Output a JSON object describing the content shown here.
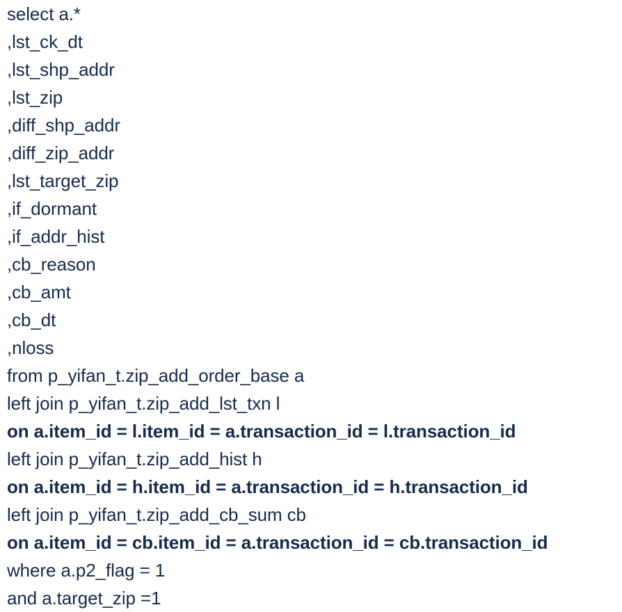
{
  "lines": [
    {
      "text": "select a.*",
      "bold": false
    },
    {
      "text": ",lst_ck_dt",
      "bold": false
    },
    {
      "text": ",lst_shp_addr",
      "bold": false
    },
    {
      "text": ",lst_zip",
      "bold": false
    },
    {
      "text": ",diff_shp_addr",
      "bold": false
    },
    {
      "text": ",diff_zip_addr",
      "bold": false
    },
    {
      "text": ",lst_target_zip",
      "bold": false
    },
    {
      "text": ",if_dormant",
      "bold": false
    },
    {
      "text": ",if_addr_hist",
      "bold": false
    },
    {
      "text": ",cb_reason",
      "bold": false
    },
    {
      "text": ",cb_amt",
      "bold": false
    },
    {
      "text": ",cb_dt",
      "bold": false
    },
    {
      "text": ",nloss",
      "bold": false
    },
    {
      "text": "from p_yifan_t.zip_add_order_base a",
      "bold": false
    },
    {
      "text": "left join p_yifan_t.zip_add_lst_txn l",
      "bold": false
    },
    {
      "text": "on a.item_id = l.item_id = a.transaction_id = l.transaction_id",
      "bold": true
    },
    {
      "text": "left join p_yifan_t.zip_add_hist h",
      "bold": false
    },
    {
      "text": "on a.item_id = h.item_id = a.transaction_id = h.transaction_id",
      "bold": true
    },
    {
      "text": "left join p_yifan_t.zip_add_cb_sum cb",
      "bold": false
    },
    {
      "text": "on a.item_id = cb.item_id = a.transaction_id = cb.transaction_id",
      "bold": true
    },
    {
      "text": "where a.p2_flag = 1",
      "bold": false
    },
    {
      "text": "and a.target_zip =1",
      "bold": false
    }
  ],
  "colors": {
    "text": "#172b4d",
    "background": "#ffffff"
  }
}
